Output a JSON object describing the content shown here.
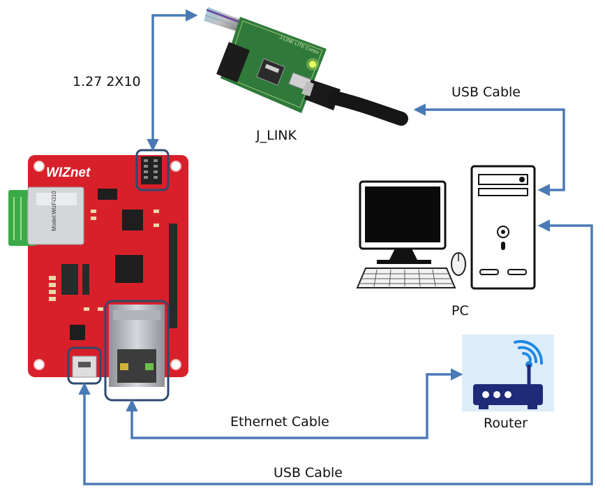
{
  "labels": {
    "header_pitch": "1.27  2X10",
    "debugger": "J_LINK",
    "usb_pc": "USB Cable",
    "pc": "PC",
    "router": "Router",
    "ethernet": "Ethernet Cable",
    "usb_bottom": "USB Cable"
  },
  "board": {
    "logo": "WIZnet",
    "module_text": "Model:WizFi310"
  },
  "jlink": {
    "board_text": "J-LINK LITE Cortex"
  },
  "colors": {
    "connector": "#4a7ab5",
    "highlight_box": "#2e4a6e",
    "board_red": "#d8202a",
    "module_green": "#3aaa48",
    "jlink_green": "#2f7a3a",
    "router_bg": "#dcecf8",
    "router_navy": "#1f2a78",
    "router_wifi": "#1e88e5"
  }
}
